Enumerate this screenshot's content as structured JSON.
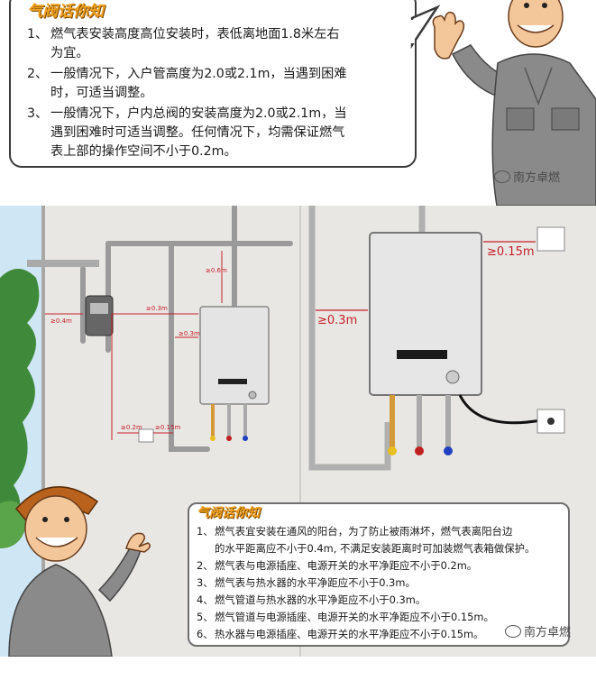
{
  "top_tips": {
    "title": "气阀话你知",
    "rules": [
      {
        "num": "1、",
        "line1": "燃气表安装高度高位安装时，表低离地面1.8米左右",
        "line2": "为宜。"
      },
      {
        "num": "2、",
        "line1": "一般情况下，入户管高度为2.0或2.1m，当遇到困难",
        "line2": "时，可适当调整。"
      },
      {
        "num": "3、",
        "line1": "一般情况下，户内总阀的安装高度为2.0或2.1m，当",
        "line2": "遇到困难时可适当调整。任何情况下，均需保证燃气",
        "line3": "表上部的操作空间不小于0.2m。"
      }
    ]
  },
  "watermark": {
    "top": "南方卓燃",
    "bottom": "南方卓燃"
  },
  "diagram": {
    "left_labels": {
      "d06": "≥0.6m",
      "d03a": "≥0.3m",
      "d03b": "≥0.3m",
      "d04": "≥0.4m",
      "d02": "≥0.2m",
      "d015": "≥0.15m"
    },
    "right_labels": {
      "d015": "≥0.15m",
      "d03": "≥0.3m"
    }
  },
  "bottom_tips": {
    "title": "气阀话你知",
    "rules": [
      {
        "num": "1、",
        "text": "燃气表宜安装在通风的阳台，为了防止被雨淋坏，燃气表离阳台边"
      },
      {
        "num": "",
        "text": "的水平距离应不小于0.4m, 不满足安装距离时可加装燃气表箱做保护。"
      },
      {
        "num": "2、",
        "text": "燃气表与电源插座、电源开关的水平净距应不小于0.2m。"
      },
      {
        "num": "3、",
        "text": "燃气表与热水器的水平净距应不小于0.3m。"
      },
      {
        "num": "4、",
        "text": "燃气管道与热水器的水平净距应不小于0.3m。"
      },
      {
        "num": "5、",
        "text": "燃气管道与电源插座、电源开关的水平净距应不小于0.15m。"
      },
      {
        "num": "6、",
        "text": "热水器与电源插座、电源开关的水平净距应不小于0.15m。"
      }
    ]
  },
  "colors": {
    "frame": "#3a3a3a",
    "accent_title": "#f0a020",
    "dimension_red": "#c4202a",
    "pipe_gray": "#9a9a9a",
    "wall": "#e9e7e4"
  }
}
